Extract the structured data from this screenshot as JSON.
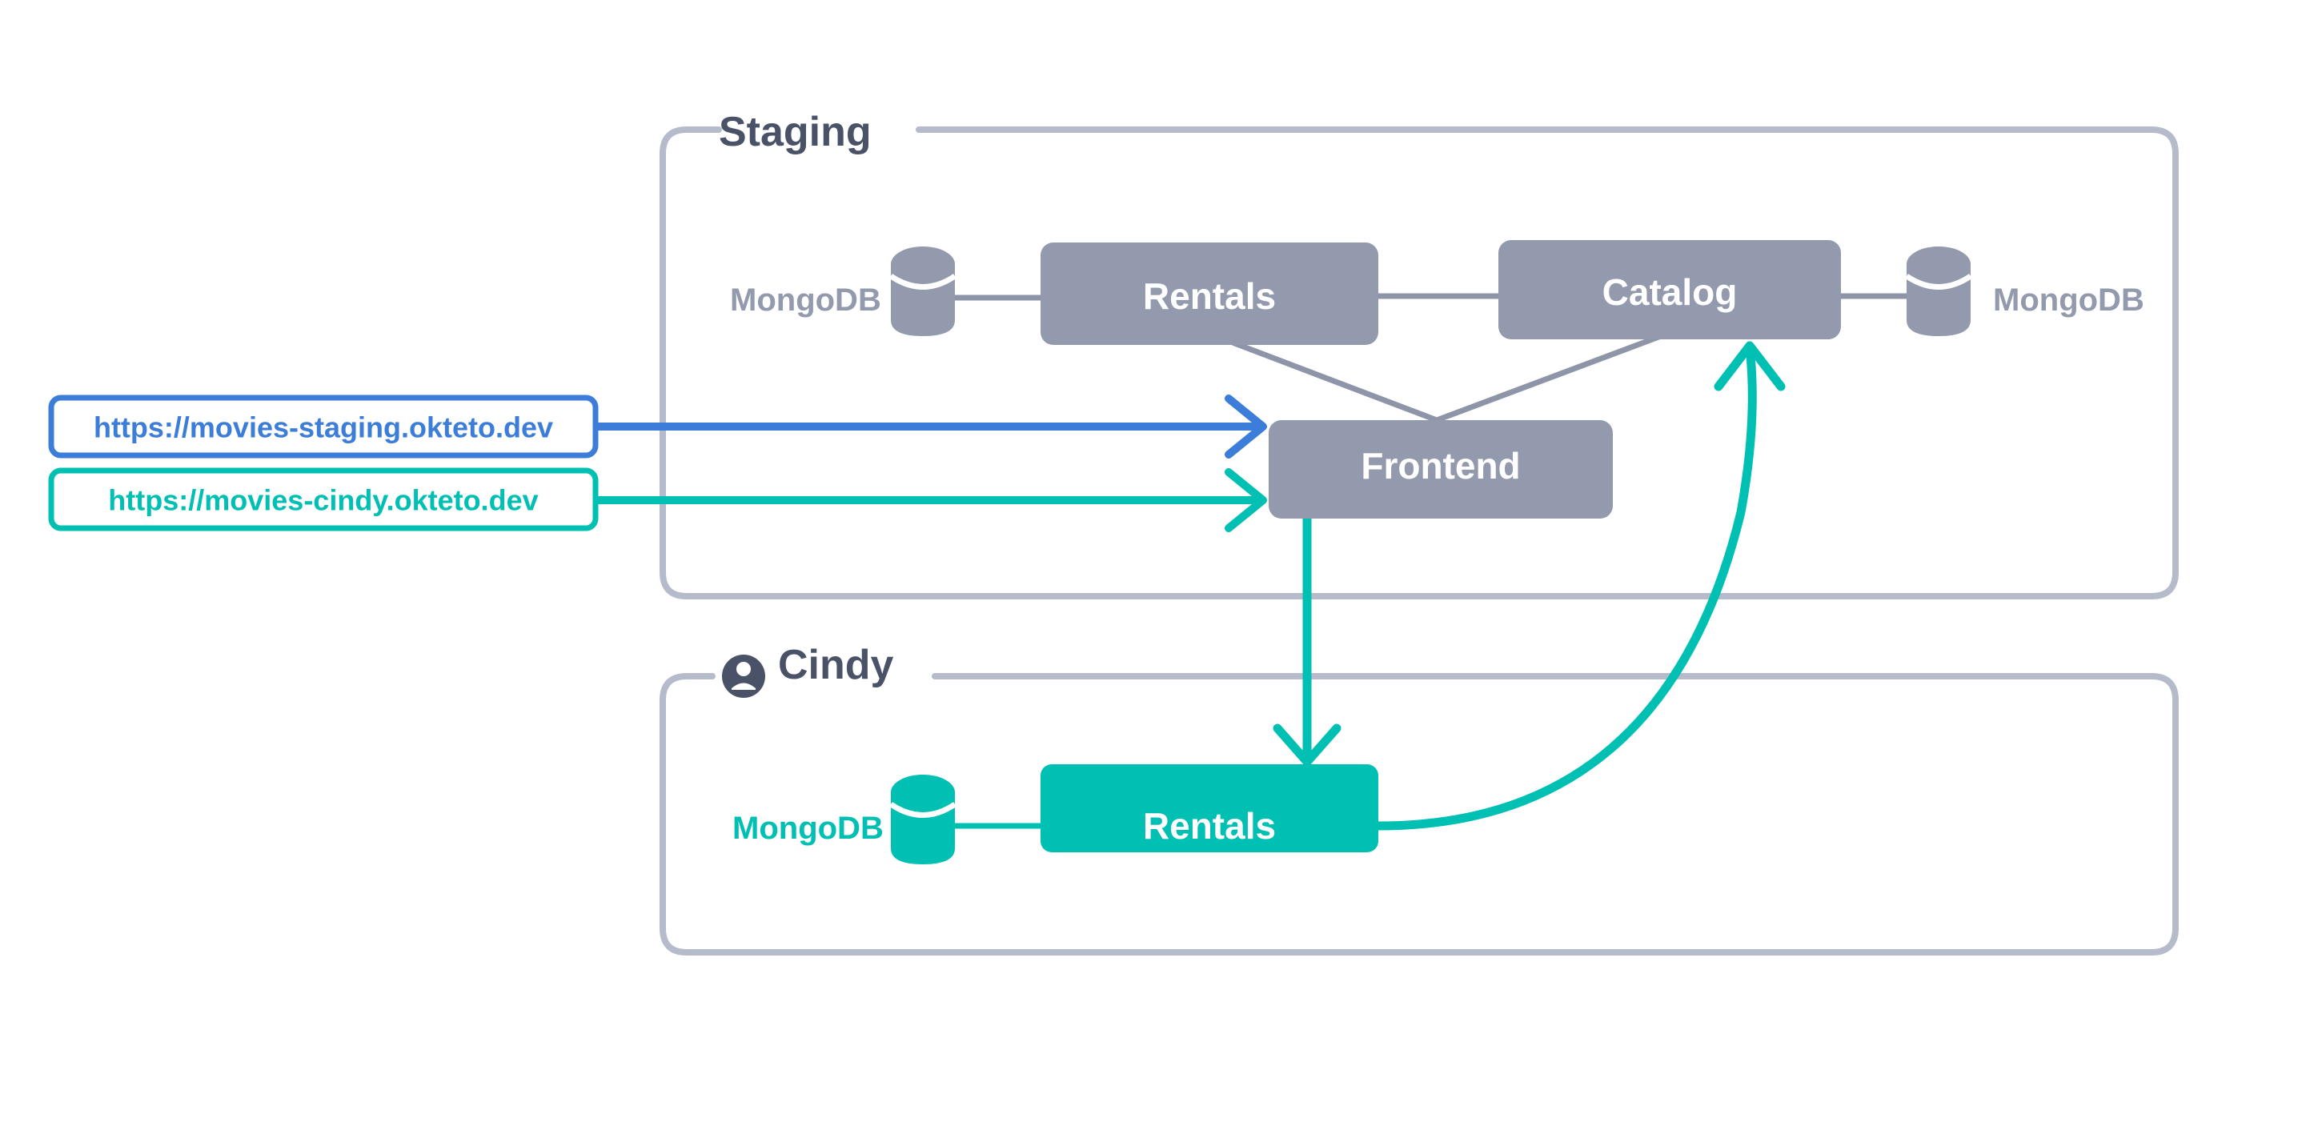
{
  "diagram": {
    "type": "architecture-diagram",
    "background": "#ffffff",
    "colors": {
      "namespace_border": "#b6bbcc",
      "namespace_title": "#4a5268",
      "service_gray": "#949aad",
      "service_teal": "#00bfb3",
      "connector_gray": "#8f95a8",
      "url_blue": "#3b7dd8",
      "url_teal": "#00bfb3",
      "label_white": "#ffffff"
    }
  },
  "namespaces": [
    {
      "id": "staging",
      "title": "Staging",
      "has_user_icon": false,
      "services": [
        {
          "id": "staging-rentals",
          "label": "Rentals",
          "color": "gray"
        },
        {
          "id": "staging-catalog",
          "label": "Catalog",
          "color": "gray"
        },
        {
          "id": "staging-frontend",
          "label": "Frontend",
          "color": "gray"
        }
      ],
      "databases": [
        {
          "id": "staging-mongo-left",
          "label": "MongoDB",
          "color": "gray",
          "label_side": "left"
        },
        {
          "id": "staging-mongo-right",
          "label": "MongoDB",
          "color": "gray",
          "label_side": "right"
        }
      ]
    },
    {
      "id": "cindy",
      "title": "Cindy",
      "has_user_icon": true,
      "services": [
        {
          "id": "cindy-rentals",
          "label": "Rentals",
          "color": "teal"
        }
      ],
      "databases": [
        {
          "id": "cindy-mongo",
          "label": "MongoDB",
          "color": "teal",
          "label_side": "left"
        }
      ]
    }
  ],
  "endpoints": [
    {
      "id": "url-staging",
      "url": "https://movies-staging.okteto.dev",
      "color": "blue"
    },
    {
      "id": "url-cindy",
      "url": "https://movies-cindy.okteto.dev",
      "color": "teal"
    }
  ],
  "connections": [
    {
      "id": "conn-mongo-left-rentals",
      "from": "staging-mongo-left",
      "to": "staging-rentals",
      "style": "plain",
      "color": "gray"
    },
    {
      "id": "conn-rentals-catalog",
      "from": "staging-rentals",
      "to": "staging-catalog",
      "style": "plain",
      "color": "gray"
    },
    {
      "id": "conn-catalog-mongo-right",
      "from": "staging-catalog",
      "to": "staging-mongo-right",
      "style": "plain",
      "color": "gray"
    },
    {
      "id": "conn-rentals-frontend",
      "from": "staging-rentals",
      "to": "staging-frontend",
      "style": "plain",
      "color": "gray"
    },
    {
      "id": "conn-catalog-frontend",
      "from": "staging-catalog",
      "to": "staging-frontend",
      "style": "plain",
      "color": "gray"
    },
    {
      "id": "conn-url-staging-frontend",
      "from": "url-staging",
      "to": "staging-frontend",
      "style": "arrow",
      "color": "blue"
    },
    {
      "id": "conn-url-cindy-frontend",
      "from": "url-cindy",
      "to": "staging-frontend",
      "style": "arrow",
      "color": "teal"
    },
    {
      "id": "conn-frontend-cindy-rentals",
      "from": "staging-frontend",
      "to": "cindy-rentals",
      "style": "arrow",
      "color": "teal"
    },
    {
      "id": "conn-cindy-mongo-rentals",
      "from": "cindy-mongo",
      "to": "cindy-rentals",
      "style": "plain",
      "color": "teal"
    },
    {
      "id": "conn-cindy-rentals-catalog",
      "from": "cindy-rentals",
      "to": "staging-catalog",
      "style": "arrow-curve",
      "color": "teal"
    }
  ]
}
